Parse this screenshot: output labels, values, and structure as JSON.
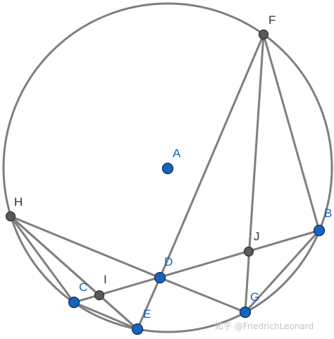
{
  "watermark": "知乎 @FriedrichLeonard",
  "colors": {
    "stroke": "#7f7f7f",
    "point_blue": "#1565c0",
    "point_gray": "#5a5a5a",
    "label_blue": "#1565c0",
    "label_gray": "#333333"
  },
  "points": [
    {
      "id": "A",
      "label": "A",
      "kind": "blue"
    },
    {
      "id": "B",
      "label": "B",
      "kind": "blue"
    },
    {
      "id": "C",
      "label": "C",
      "kind": "blue"
    },
    {
      "id": "D",
      "label": "D",
      "kind": "blue"
    },
    {
      "id": "E",
      "label": "E",
      "kind": "blue"
    },
    {
      "id": "F",
      "label": "F",
      "kind": "gray"
    },
    {
      "id": "G",
      "label": "G",
      "kind": "blue"
    },
    {
      "id": "H",
      "label": "H",
      "kind": "gray"
    },
    {
      "id": "I",
      "label": "I",
      "kind": "gray"
    },
    {
      "id": "J",
      "label": "J",
      "kind": "gray"
    }
  ],
  "segments": [
    [
      "F",
      "D"
    ],
    [
      "F",
      "G"
    ],
    [
      "F",
      "B"
    ],
    [
      "H",
      "D"
    ],
    [
      "H",
      "C"
    ],
    [
      "H",
      "I"
    ],
    [
      "H",
      "E"
    ],
    [
      "C",
      "B"
    ],
    [
      "C",
      "E"
    ],
    [
      "D",
      "E"
    ],
    [
      "D",
      "G"
    ],
    [
      "I",
      "E"
    ],
    [
      "G",
      "B"
    ]
  ]
}
